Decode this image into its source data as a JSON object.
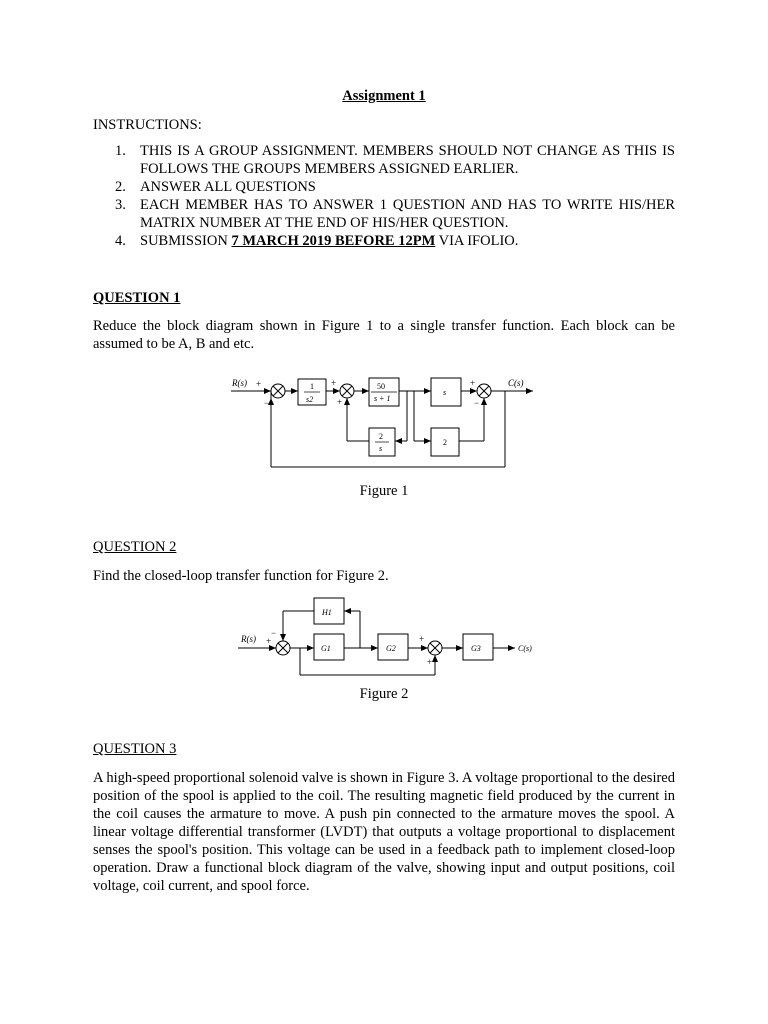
{
  "doc": {
    "title": "Assignment 1",
    "instructions_label": "INSTRUCTIONS:",
    "instructions": [
      {
        "num": "1.",
        "text": "THIS IS A GROUP ASSIGNMENT. MEMBERS SHOULD NOT CHANGE AS THIS IS FOLLOWS THE GROUPS MEMBERS ASSIGNED EARLIER."
      },
      {
        "num": "2.",
        "text": "ANSWER ALL QUESTIONS"
      },
      {
        "num": "3.",
        "text": "EACH MEMBER HAS TO ANSWER 1 QUESTION AND HAS TO WRITE HIS/HER MATRIX NUMBER AT THE END OF HIS/HER QUESTION."
      },
      {
        "num": "4.",
        "text_before": "SUBMISSION ",
        "text_emph": "7 MARCH 2019 BEFORE 12PM",
        "text_after": " VIA IFOLIO."
      }
    ],
    "question1": {
      "heading": "QUESTION 1",
      "text": "Reduce the block diagram shown in Figure 1 to a single transfer function. Each block can be assumed to be A, B and etc.",
      "caption": "Figure 1"
    },
    "question2": {
      "heading": "QUESTION 2",
      "text": "Find the closed-loop transfer function for Figure 2.",
      "caption": "Figure 2"
    },
    "question3": {
      "heading": "QUESTION 3",
      "text": "A high-speed proportional solenoid valve is shown in Figure 3. A voltage proportional to the desired position of the spool is applied to the coil. The resulting magnetic field produced by the current in the coil causes the armature to move. A push pin connected to the armature moves the spool. A linear voltage differential transformer (LVDT) that outputs a voltage proportional to displacement senses the spool's position. This voltage can be used in a feedback path to implement closed-loop operation. Draw a functional block diagram of the valve, showing input and output positions, coil voltage, coil current, and spool force."
    }
  },
  "figure1": {
    "input_label": "R(s)",
    "output_label": "C(s)",
    "block_1_over_s2": {
      "num": "1",
      "den": "s2"
    },
    "block_50": {
      "num": "50",
      "den": "s + 1"
    },
    "block_s": "s",
    "block_2_over_s": {
      "num": "2",
      "den": "s"
    },
    "block_2": "2",
    "signs": {
      "plus": "+",
      "minus": "−"
    }
  },
  "figure2": {
    "input_label": "R(s)",
    "output_label": "C(s)",
    "H1": "H1",
    "G1": "G1",
    "G2": "G2",
    "G3": "G3",
    "signs": {
      "plus": "+",
      "minus": "−"
    }
  }
}
